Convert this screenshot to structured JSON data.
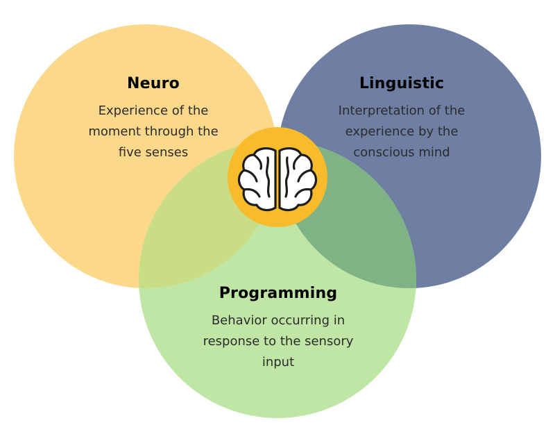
{
  "circles": [
    {
      "key": "neuro",
      "title": "Neuro",
      "lines": [
        "Experience of the",
        "moment through the",
        "five senses"
      ],
      "color": "#fcd98a"
    },
    {
      "key": "linguistic",
      "title": "Linguistic",
      "lines": [
        "Interpretation of the",
        "experience by the",
        "conscious mind"
      ],
      "color": "#6e7fa3"
    },
    {
      "key": "programming",
      "title": "Programming",
      "lines": [
        "Behavior occurring in",
        "response to the sensory",
        "input"
      ],
      "color": "#bfe6a4"
    }
  ],
  "center": {
    "icon": "brain-icon",
    "color": "#f8bb2c"
  },
  "overlap_colors": {
    "neuro_linguistic": "#8a8c84",
    "neuro_programming": "#c9de84",
    "linguistic_programming": "#7fb386"
  }
}
